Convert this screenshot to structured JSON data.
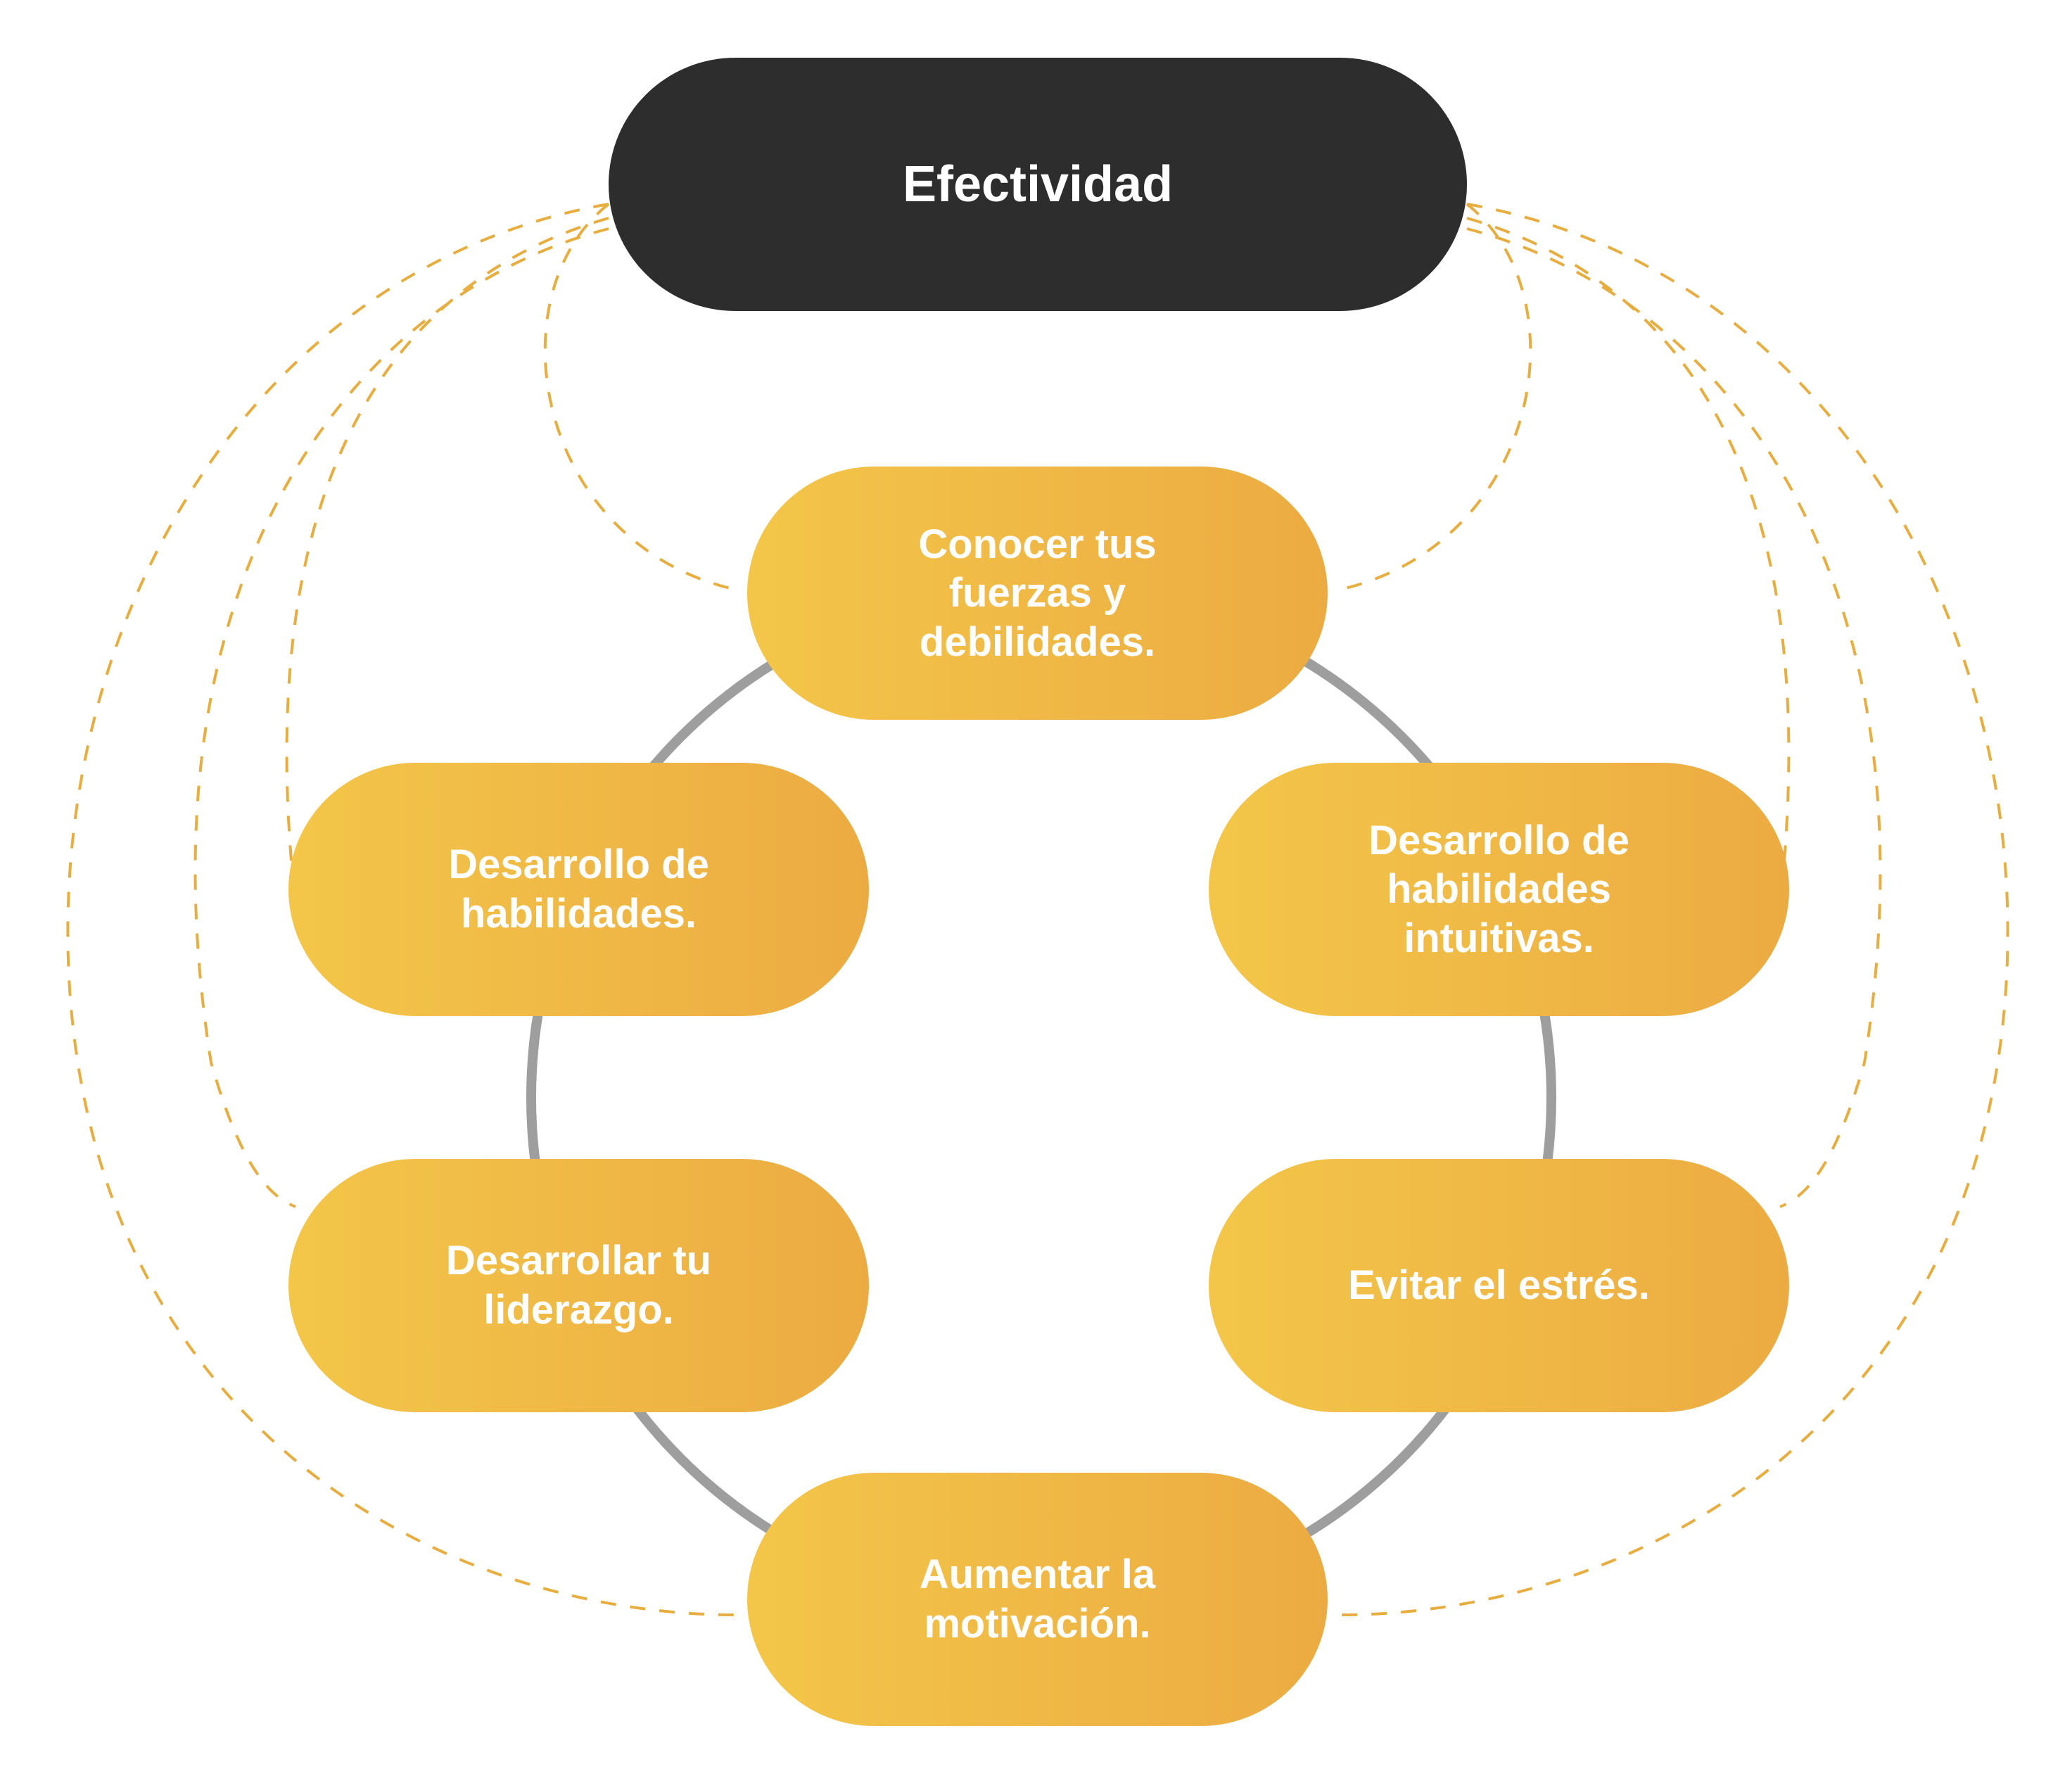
{
  "header": {
    "title": "Efectividad"
  },
  "nodes": [
    {
      "id": "node-1",
      "label": "Conocer tus\nfuerzas y\ndebilidades."
    },
    {
      "id": "node-2",
      "label": "Desarrollo de\nhabilidades."
    },
    {
      "id": "node-3",
      "label": "Desarrollo de\nhabilidades\nintuitivas."
    },
    {
      "id": "node-4",
      "label": "Desarrollar tu\nliderazgo."
    },
    {
      "id": "node-5",
      "label": "Evitar el estrés."
    },
    {
      "id": "node-6",
      "label": "Aumentar la\nmotivación."
    }
  ],
  "colors": {
    "header_background": "#2d2d2d",
    "node_gradient_start": "#f3c649",
    "node_gradient_end": "#ecab42",
    "ring": "#9e9e9e",
    "dashed_connectors": "#e8ad3f",
    "text": "#ffffff"
  }
}
